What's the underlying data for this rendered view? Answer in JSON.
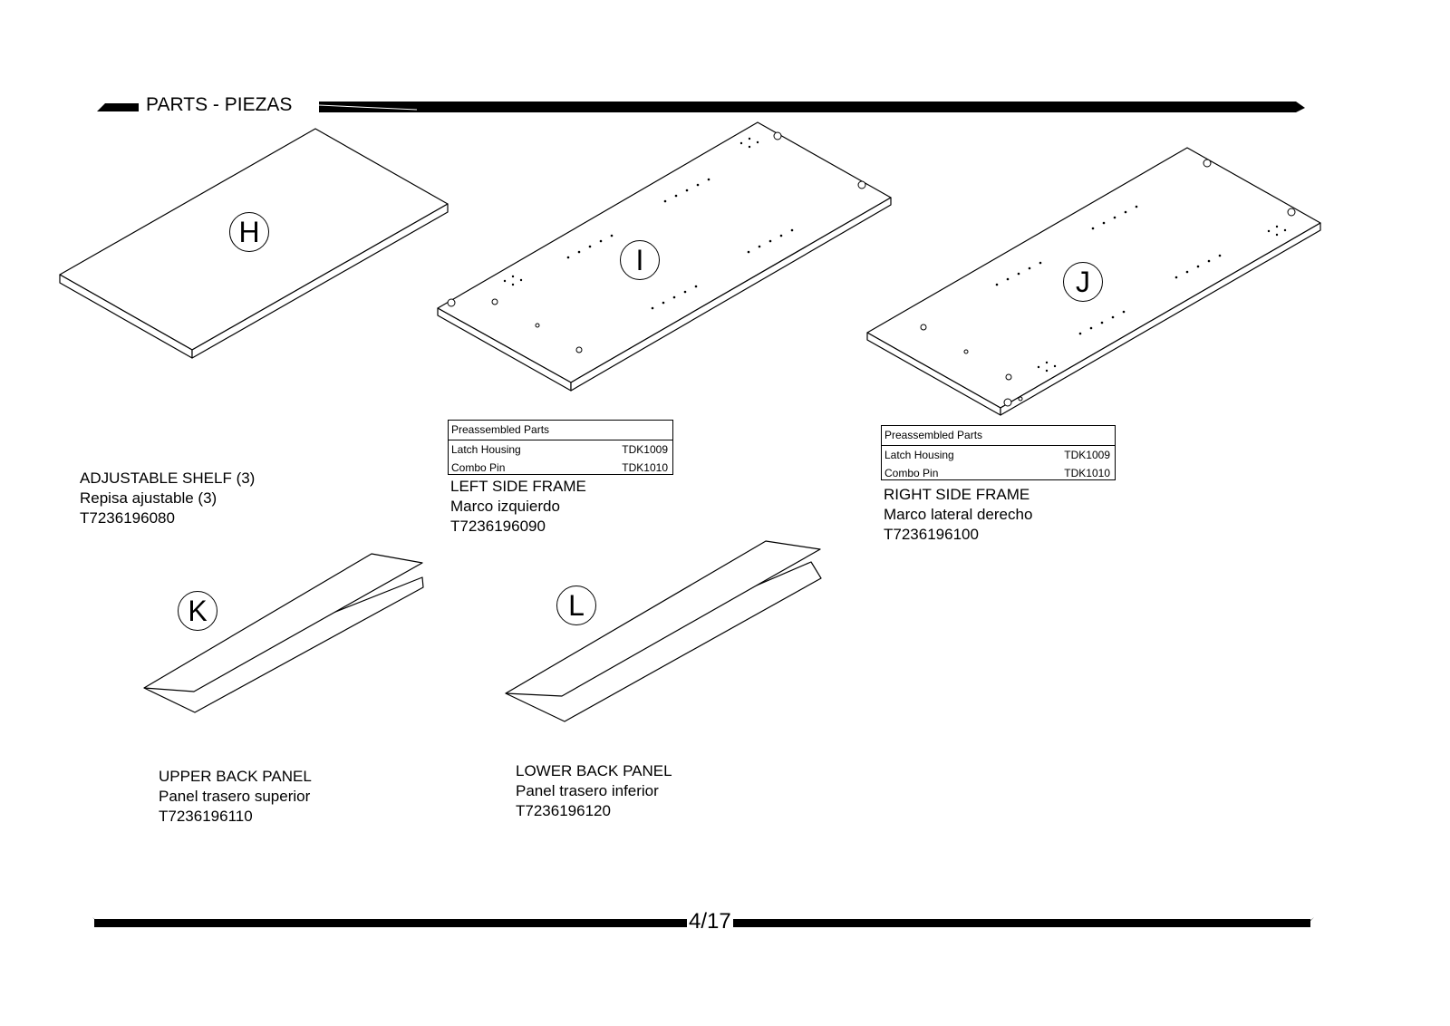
{
  "header": {
    "title": "PARTS - PIEZAS"
  },
  "footer": {
    "page": "4/17"
  },
  "parts": {
    "H": {
      "letter": "H",
      "name": "ADJUSTABLE SHELF (3)",
      "name_es": "Repisa ajustable (3)",
      "code": "T7236196080"
    },
    "I": {
      "letter": "I",
      "name": "LEFT SIDE FRAME",
      "name_es": "Marco izquierdo",
      "code": "T7236196090",
      "preassembled": {
        "title": "Preassembled Parts",
        "rows": [
          {
            "label": "Latch Housing",
            "code": "TDK1009"
          },
          {
            "label": "Combo Pin",
            "code": "TDK1010"
          }
        ]
      }
    },
    "J": {
      "letter": "J",
      "name": "RIGHT SIDE FRAME",
      "name_es": "Marco lateral derecho",
      "code": "T7236196100",
      "preassembled": {
        "title": "Preassembled Parts",
        "rows": [
          {
            "label": "Latch Housing",
            "code": "TDK1009"
          },
          {
            "label": "Combo Pin",
            "code": "TDK1010"
          }
        ]
      }
    },
    "K": {
      "letter": "K",
      "name": "UPPER BACK PANEL",
      "name_es": "Panel trasero superior",
      "code": "T7236196110"
    },
    "L": {
      "letter": "L",
      "name": "LOWER BACK PANEL",
      "name_es": "Panel trasero inferior",
      "code": "T7236196120"
    }
  }
}
